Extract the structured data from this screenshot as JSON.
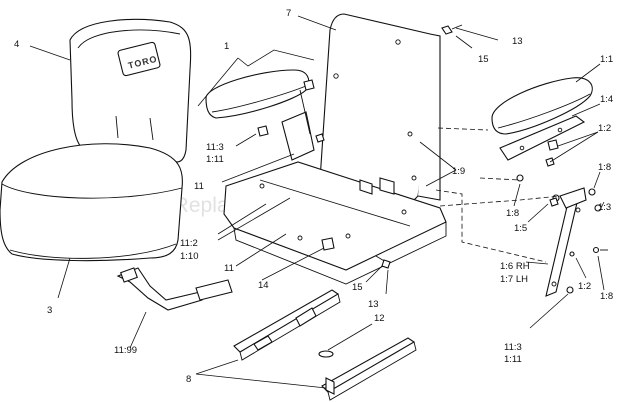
{
  "watermark": "eReplacementParts.com",
  "brand_mark": "TORO",
  "callouts": {
    "c4": "4",
    "c3": "3",
    "c1": "1",
    "c7": "7",
    "c13_top": "13",
    "c15_top": "15",
    "c11_3_left": "11:3",
    "c1_11_left": "1:11",
    "c11_mid": "11",
    "c11_2": "11:2",
    "c1_10": "1:10",
    "c11_low": "11",
    "c14": "14",
    "c15_low": "15",
    "c13_low": "13",
    "c12": "12",
    "c8": "8",
    "c11_99": "11:99",
    "c1_9": "1:9",
    "c1_1": "1:1",
    "c1_4": "1:4",
    "c1_2_top": "1:2",
    "c1_8_right": "1:8",
    "c1_8_left": "1:8",
    "c1_5": "1:5",
    "c1_3": "1:3",
    "c1_6": "1:6 RH",
    "c1_7": "1:7 LH",
    "c1_2_low": "1:2",
    "c1_8_low": "1:8",
    "c11_3_right": "11:3",
    "c1_11_right": "1:11"
  }
}
